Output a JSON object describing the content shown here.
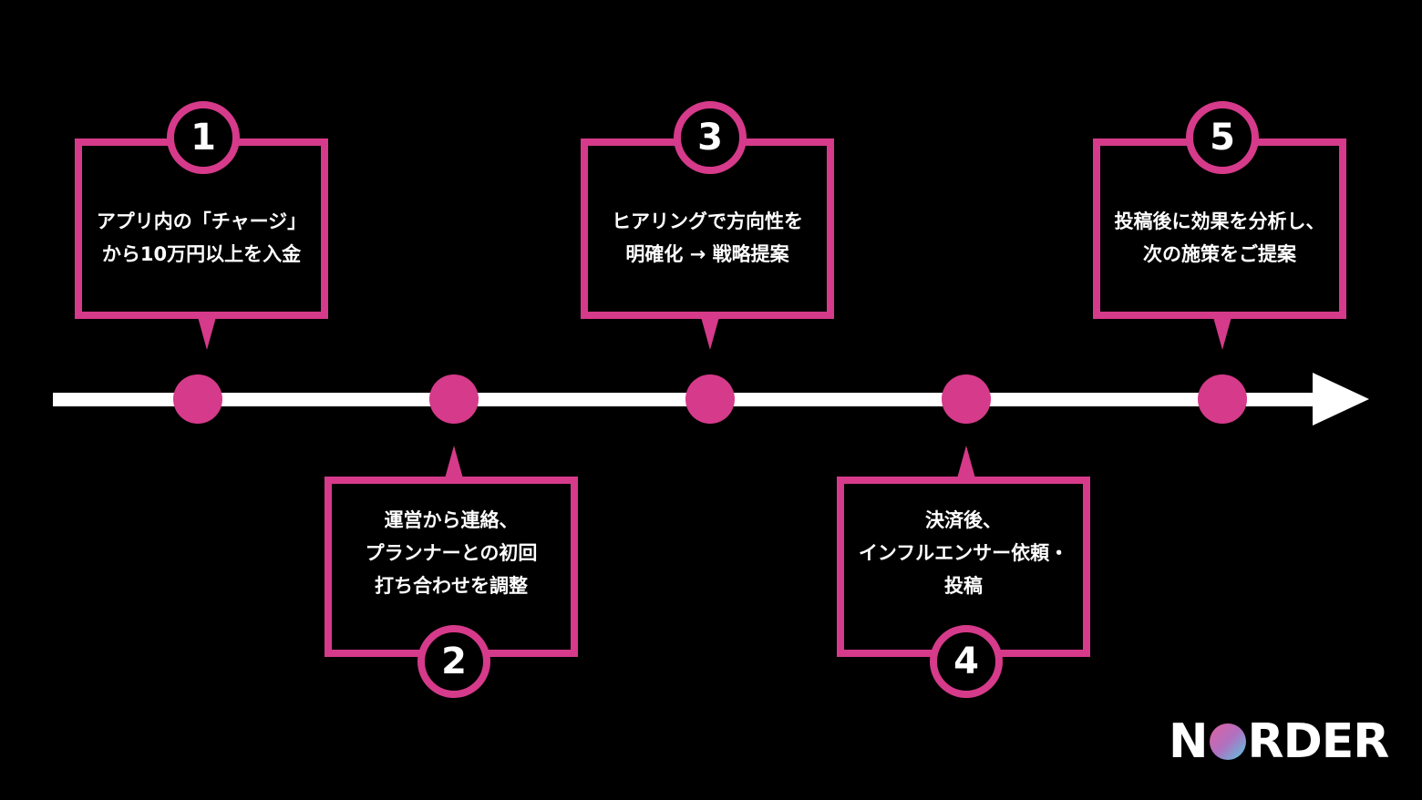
{
  "colors": {
    "background": "#000000",
    "accent": "#d63a8a",
    "timeline": "#ffffff",
    "text": "#ffffff"
  },
  "steps": [
    {
      "number": "1",
      "text": "アプリ内の「チャージ」\nから10万円以上を入金",
      "position": "top"
    },
    {
      "number": "2",
      "text": "運営から連絡、\nプランナーとの初回\n打ち合わせを調整",
      "position": "bottom"
    },
    {
      "number": "3",
      "text": "ヒアリングで方向性を\n明確化 → 戦略提案",
      "position": "top"
    },
    {
      "number": "4",
      "text": "決済後、\nインフルエンサー依頼・\n投稿",
      "position": "bottom"
    },
    {
      "number": "5",
      "text": "投稿後に効果を分析し、\n次の施策をご提案",
      "position": "top"
    }
  ],
  "logo": {
    "text_before": "N",
    "text_after": "RDER",
    "icon": "gradient-circle-icon"
  }
}
